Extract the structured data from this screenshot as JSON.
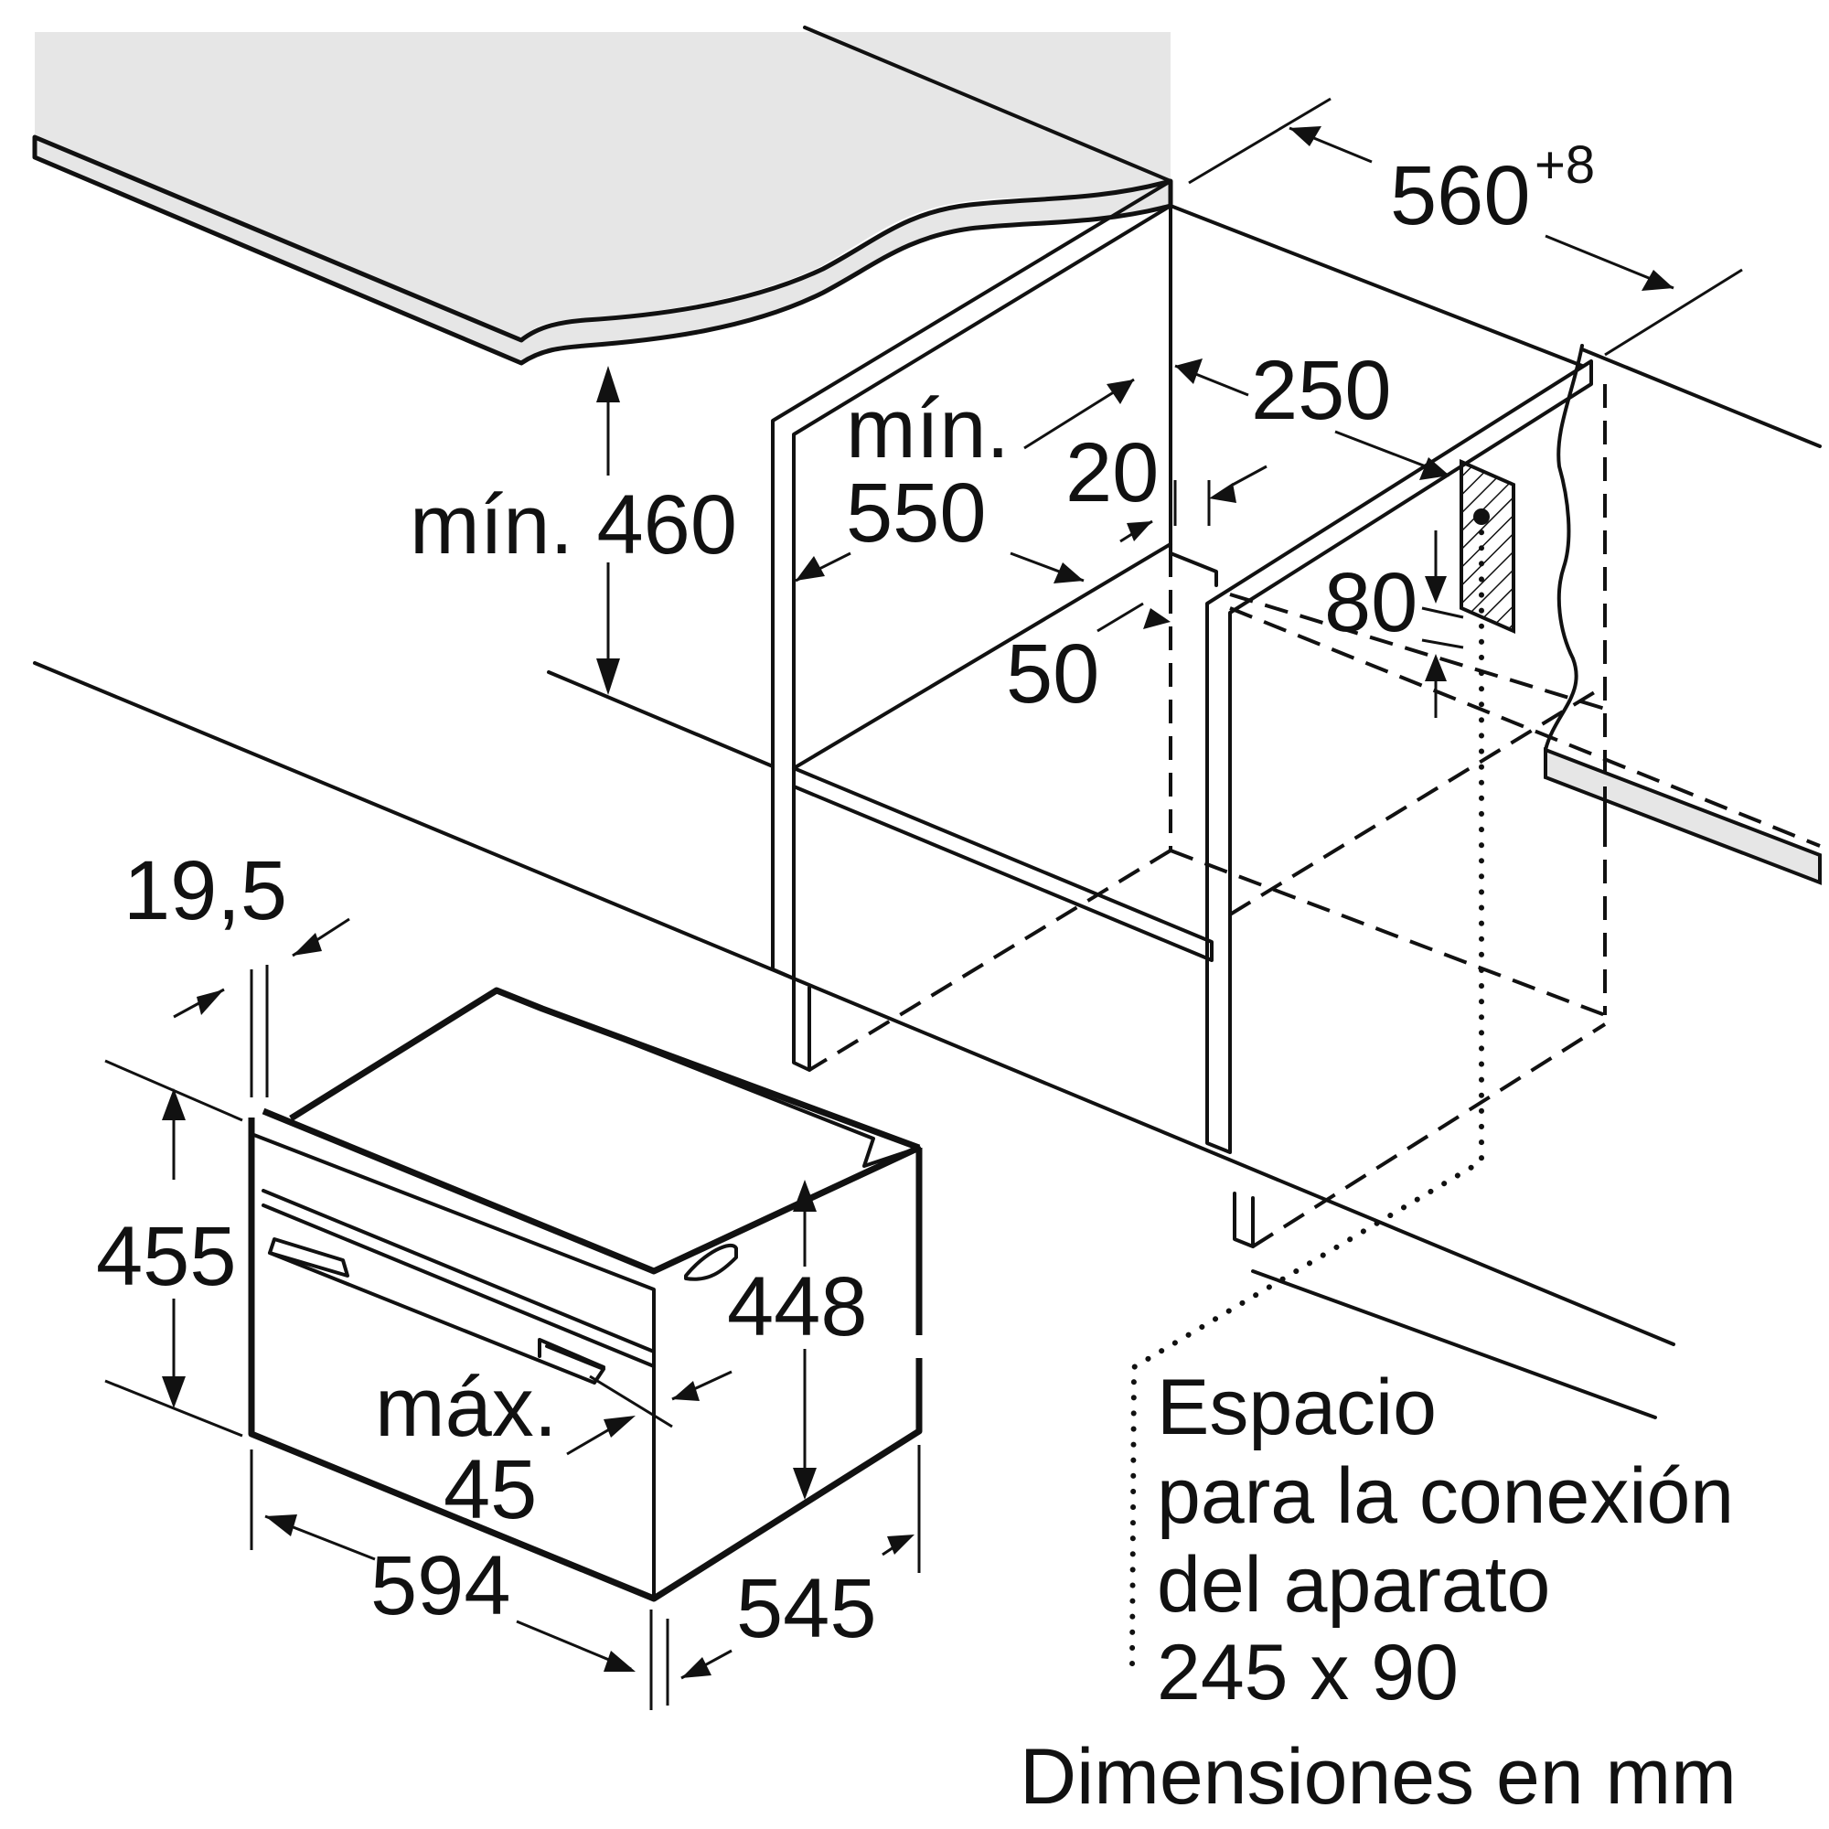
{
  "dimensions": {
    "d560": "560",
    "d560_tol": "+8",
    "d250": "250",
    "d20": "20",
    "d50": "50",
    "d80": "80",
    "min_label_a": "mín.",
    "d550": "550",
    "min_460": "mín. 460",
    "d19_5": "19,5",
    "d455": "455",
    "d448": "448",
    "max_label": "máx.",
    "d45": "45",
    "d594": "594",
    "d545": "545"
  },
  "connection_note": {
    "line1": "Espacio",
    "line2": "para la conexión",
    "line3": "del aparato",
    "line4": "245 x 90"
  },
  "units_note": "Dimensiones en mm"
}
